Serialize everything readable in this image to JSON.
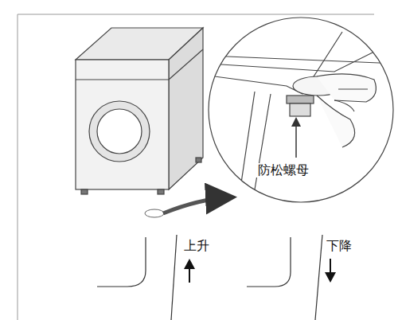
{
  "diagram": {
    "labels": [
      "防松螺母",
      "上升",
      "下降"
    ]
  }
}
